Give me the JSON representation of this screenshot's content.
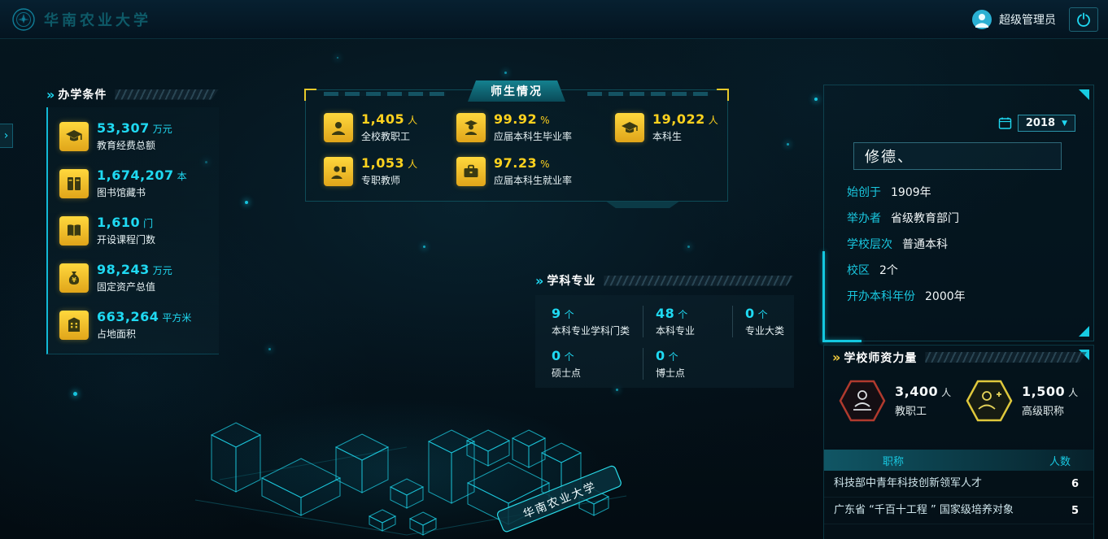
{
  "colors": {
    "accent_cyan": "#1fd9f2",
    "accent_yellow": "#ffd21e",
    "hex_red": "#b03a2e",
    "hex_yellow": "#dfc83c"
  },
  "icons": {
    "double_chevron": "»",
    "dropdown_arrow": "▼",
    "expand_arrow": "›"
  },
  "header": {
    "school_name": "华南农业大学",
    "admin_label": "超级管理员"
  },
  "left_panel": {
    "title": "办学条件",
    "items": [
      {
        "icon": "graduation-cap",
        "value": "53,307",
        "unit": "万元",
        "label": "教育经费总额"
      },
      {
        "icon": "library-books",
        "value": "1,674,207",
        "unit": "本",
        "label": "图书馆藏书"
      },
      {
        "icon": "course-book",
        "value": "1,610",
        "unit": "门",
        "label": "开设课程门数"
      },
      {
        "icon": "money-bag",
        "value": "98,243",
        "unit": "万元",
        "label": "固定资产总值"
      },
      {
        "icon": "campus-building",
        "value": "663,264",
        "unit": "平方米",
        "label": "占地面积"
      }
    ]
  },
  "faculty_panel": {
    "title": "师生情况",
    "items": [
      {
        "icon": "staff-person",
        "value": "1,405",
        "unit": "人",
        "label": "全校教职工"
      },
      {
        "icon": "graduate-person",
        "value": "99.92",
        "unit": "%",
        "label": "应届本科生毕业率"
      },
      {
        "icon": "mortarboard",
        "value": "19,022",
        "unit": "人",
        "label": "本科生"
      },
      {
        "icon": "teacher-person",
        "value": "1,053",
        "unit": "人",
        "label": "专职教师"
      },
      {
        "icon": "briefcase",
        "value": "97.23",
        "unit": "%",
        "label": "应届本科生就业率"
      }
    ]
  },
  "majors_panel": {
    "title": "学科专业",
    "items": [
      {
        "value": "9",
        "unit": "个",
        "label": "本科专业学科门类"
      },
      {
        "value": "48",
        "unit": "个",
        "label": "本科专业"
      },
      {
        "value": "0",
        "unit": "个",
        "label": "专业大类"
      },
      {
        "value": "0",
        "unit": "个",
        "label": "硕士点"
      },
      {
        "value": "0",
        "unit": "个",
        "label": "博士点"
      }
    ]
  },
  "info_panel": {
    "year": "2018",
    "motto": "修德、",
    "fields": [
      {
        "label": "始创于",
        "value": "1909年"
      },
      {
        "label": "举办者",
        "value": "省级教育部门"
      },
      {
        "label": "学校层次",
        "value": "普通本科"
      },
      {
        "label": "校区",
        "value": "2个"
      },
      {
        "label": "开办本科年份",
        "value": "2000年"
      }
    ]
  },
  "strength_panel": {
    "title": "学校师资力量",
    "stats": [
      {
        "icon": "podium-person",
        "value": "3,400",
        "unit": "人",
        "label": "教职工"
      },
      {
        "icon": "senior-person",
        "value": "1,500",
        "unit": "人",
        "label": "高级职称"
      }
    ],
    "table": {
      "headers": [
        "职称",
        "人数"
      ],
      "rows": [
        {
          "name": "科技部中青年科技创新领军人才",
          "count": "6"
        },
        {
          "name": "广东省 “千百十工程 ” 国家级培养对象",
          "count": "5"
        }
      ]
    }
  },
  "building_label": "华南农业大学"
}
